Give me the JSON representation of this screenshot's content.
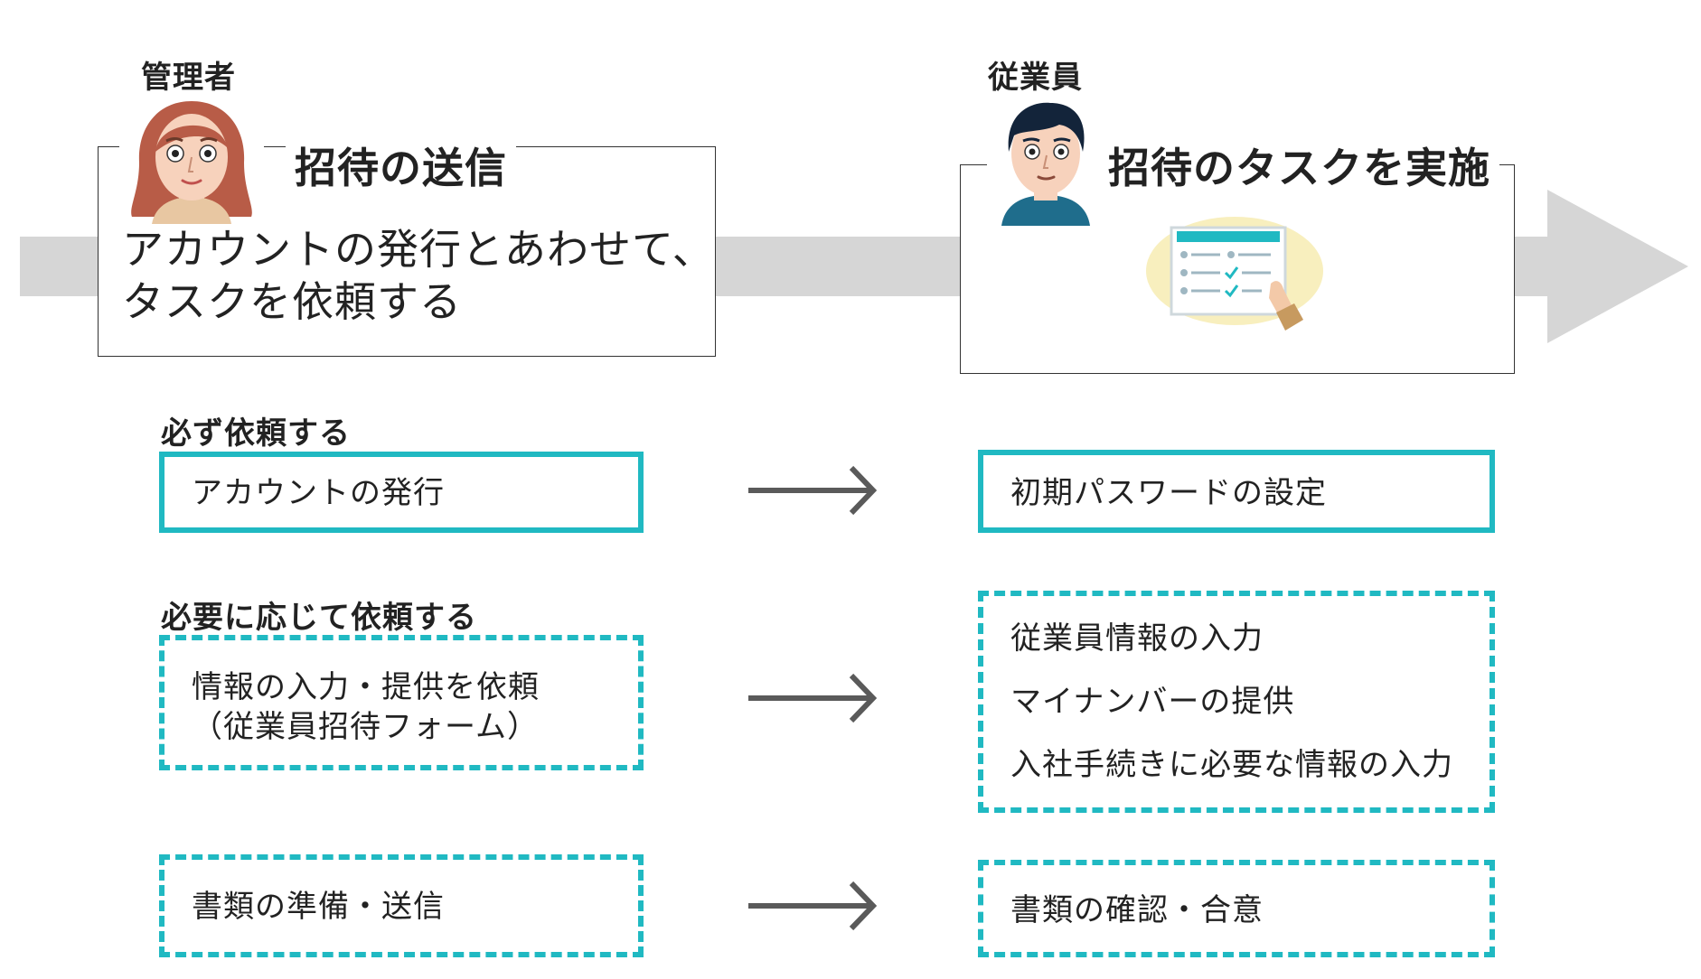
{
  "roles": {
    "admin": "管理者",
    "employee": "従業員"
  },
  "panels": {
    "send": {
      "title": "招待の送信",
      "body": "アカウントの発行とあわせて、\nタスクを依頼する"
    },
    "perform": {
      "title": "招待のタスクを実施"
    }
  },
  "sections": {
    "required": "必ず依頼する",
    "optional": "必要に応じて依頼する"
  },
  "tasks": {
    "account_issue": "アカウントの発行",
    "initial_password": "初期パスワードの設定",
    "info_request": "情報の入力・提供を依頼\n（従業員招待フォーム）",
    "employee_items": [
      "従業員情報の入力",
      "マイナンバーの提供",
      "入社手続きに必要な情報の入力"
    ],
    "docs_prepare": "書類の準備・送信",
    "docs_confirm": "書類の確認・合意"
  },
  "icons": {
    "admin_avatar": "woman-avatar-icon",
    "employee_avatar": "man-avatar-icon",
    "checklist": "checklist-illustration",
    "arrow": "arrow-right-icon"
  },
  "colors": {
    "accent": "#20b9c2",
    "flow_arrow": "#d6d6d6",
    "arrow": "#5a5a5a"
  }
}
